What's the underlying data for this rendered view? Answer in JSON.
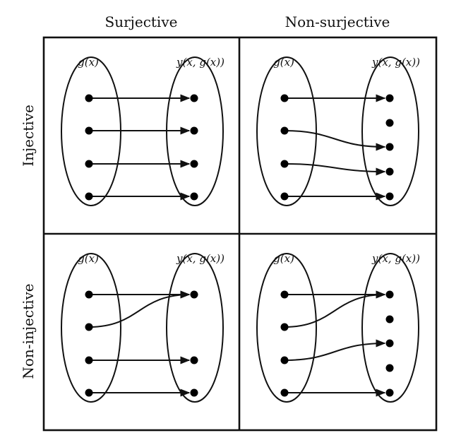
{
  "columns": {
    "surjective": "Surjective",
    "non_surjective": "Non-surjective"
  },
  "rows": {
    "injective": "Injective",
    "non_injective": "Non-injective"
  },
  "labels": {
    "domain": "g(x)",
    "codomain": "y(x, g(x))"
  },
  "panels": [
    {
      "id": "injective-surjective",
      "domain_points": 4,
      "codomain_points": 4,
      "mappings": [
        [
          0,
          0
        ],
        [
          1,
          1
        ],
        [
          2,
          2
        ],
        [
          3,
          3
        ]
      ]
    },
    {
      "id": "injective-non-surjective",
      "domain_points": 4,
      "codomain_points": 5,
      "mappings": [
        [
          0,
          0
        ],
        [
          1,
          2
        ],
        [
          2,
          3
        ],
        [
          3,
          4
        ]
      ]
    },
    {
      "id": "non-injective-surjective",
      "domain_points": 4,
      "codomain_points": 4,
      "hidden_codomain": [
        1
      ],
      "mappings": [
        [
          0,
          0
        ],
        [
          1,
          0
        ],
        [
          2,
          2
        ],
        [
          3,
          3
        ]
      ]
    },
    {
      "id": "non-injective-non-surjective",
      "domain_points": 4,
      "codomain_points": 5,
      "mappings": [
        [
          0,
          0
        ],
        [
          1,
          0
        ],
        [
          2,
          2
        ],
        [
          3,
          4
        ]
      ]
    }
  ]
}
